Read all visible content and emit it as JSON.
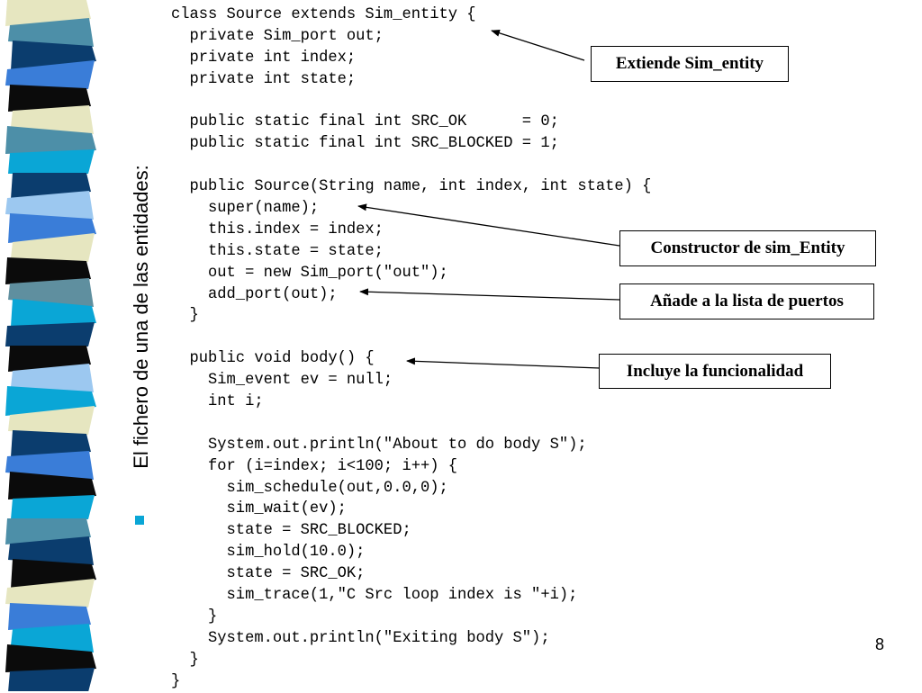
{
  "slide": {
    "vertical_title": "El fichero de una de las entidades:",
    "page_number": "8"
  },
  "code_lines": [
    "class Source extends Sim_entity {",
    "  private Sim_port out;",
    "  private int index;",
    "  private int state;",
    "",
    "  public static final int SRC_OK      = 0;",
    "  public static final int SRC_BLOCKED = 1;",
    "",
    "  public Source(String name, int index, int state) {",
    "    super(name);",
    "    this.index = index;",
    "    this.state = state;",
    "    out = new Sim_port(\"out\");",
    "    add_port(out);",
    "  }",
    "",
    "  public void body() {",
    "    Sim_event ev = null;",
    "    int i;",
    "",
    "    System.out.println(\"About to do body S\");",
    "    for (i=index; i<100; i++) {",
    "      sim_schedule(out,0.0,0);",
    "      sim_wait(ev);",
    "      state = SRC_BLOCKED;",
    "      sim_hold(10.0);",
    "      state = SRC_OK;",
    "      sim_trace(1,\"C Src loop index is \"+i);",
    "    }",
    "    System.out.println(\"Exiting body S\");",
    "  }",
    "}"
  ],
  "callouts": {
    "extends": "Extiende Sim_entity",
    "constructor": "Constructor de sim_Entity",
    "add_port": "Añade a la lista de puertos",
    "body": "Incluye la funcionalidad"
  },
  "colors": {
    "bullet": "#0aa6d6",
    "stripe_palette": [
      "#0b3d6e",
      "#3a7dd8",
      "#0b0b0b",
      "#e6e6c0",
      "#4d8fa8",
      "#0aa6d6",
      "#9cc8f0",
      "#5f8f9f"
    ]
  }
}
